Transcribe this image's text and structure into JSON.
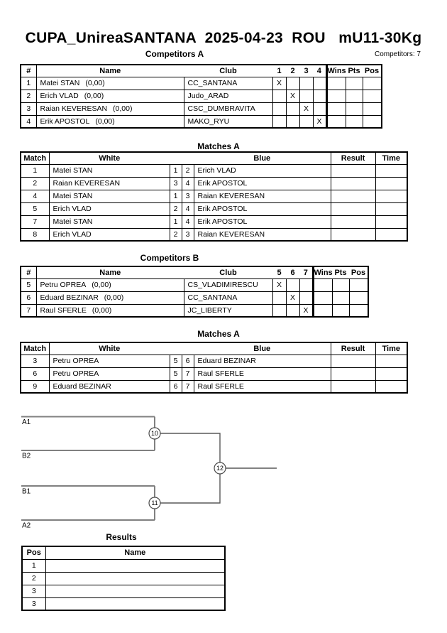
{
  "page": {
    "title": "CUPA_UnireaSANTANA  2025-04-23  ROU   mU11-30Kg",
    "competitors_count": "Competitors: 7"
  },
  "competitors_a": {
    "title": "Competitors A",
    "headers": {
      "num": "#",
      "name": "Name",
      "club": "Club",
      "cols": [
        "1",
        "2",
        "3",
        "4"
      ],
      "wins": "Wins",
      "pts": "Pts",
      "pos": "Pos"
    },
    "rows": [
      {
        "num": "1",
        "name": "Matei STAN",
        "rating": "(0,00)",
        "club": "CC_SANTANA",
        "marks": [
          "X",
          "",
          "",
          ""
        ],
        "wins": "",
        "pts": "",
        "pos": ""
      },
      {
        "num": "2",
        "name": "Erich VLAD",
        "rating": "(0,00)",
        "club": "Judo_ARAD",
        "marks": [
          "",
          "X",
          "",
          ""
        ],
        "wins": "",
        "pts": "",
        "pos": ""
      },
      {
        "num": "3",
        "name": "Raian KEVERESAN",
        "rating": "(0,00)",
        "club": "CSC_DUMBRAVITA",
        "marks": [
          "",
          "",
          "X",
          ""
        ],
        "wins": "",
        "pts": "",
        "pos": ""
      },
      {
        "num": "4",
        "name": "Erik APOSTOL",
        "rating": "(0,00)",
        "club": "MAKO_RYU",
        "marks": [
          "",
          "",
          "",
          "X"
        ],
        "wins": "",
        "pts": "",
        "pos": ""
      }
    ]
  },
  "matches_a": {
    "title": "Matches A",
    "headers": {
      "match": "Match",
      "white": "White",
      "blue": "Blue",
      "result": "Result",
      "time": "Time"
    },
    "rows": [
      {
        "match": "1",
        "white": "Matei STAN",
        "white_num": "1",
        "blue_num": "2",
        "blue": "Erich VLAD",
        "result": "",
        "time": ""
      },
      {
        "match": "2",
        "white": "Raian KEVERESAN",
        "white_num": "3",
        "blue_num": "4",
        "blue": "Erik APOSTOL",
        "result": "",
        "time": ""
      },
      {
        "match": "4",
        "white": "Matei STAN",
        "white_num": "1",
        "blue_num": "3",
        "blue": "Raian KEVERESAN",
        "result": "",
        "time": ""
      },
      {
        "match": "5",
        "white": "Erich VLAD",
        "white_num": "2",
        "blue_num": "4",
        "blue": "Erik APOSTOL",
        "result": "",
        "time": ""
      },
      {
        "match": "7",
        "white": "Matei STAN",
        "white_num": "1",
        "blue_num": "4",
        "blue": "Erik APOSTOL",
        "result": "",
        "time": ""
      },
      {
        "match": "8",
        "white": "Erich VLAD",
        "white_num": "2",
        "blue_num": "3",
        "blue": "Raian KEVERESAN",
        "result": "",
        "time": ""
      }
    ]
  },
  "competitors_b": {
    "title": "Competitors B",
    "headers": {
      "num": "#",
      "name": "Name",
      "club": "Club",
      "cols": [
        "5",
        "6",
        "7"
      ],
      "wins": "Wins",
      "pts": "Pts",
      "pos": "Pos"
    },
    "rows": [
      {
        "num": "5",
        "name": "Petru OPREA",
        "rating": "(0,00)",
        "club": "CS_VLADIMIRESCU",
        "marks": [
          "X",
          "",
          ""
        ],
        "wins": "",
        "pts": "",
        "pos": ""
      },
      {
        "num": "6",
        "name": "Eduard BEZINAR",
        "rating": "(0,00)",
        "club": "CC_SANTANA",
        "marks": [
          "",
          "X",
          ""
        ],
        "wins": "",
        "pts": "",
        "pos": ""
      },
      {
        "num": "7",
        "name": "Raul SFERLE",
        "rating": "(0,00)",
        "club": "JC_LIBERTY",
        "marks": [
          "",
          "",
          "X"
        ],
        "wins": "",
        "pts": "",
        "pos": ""
      }
    ]
  },
  "matches_b": {
    "title": "Matches A",
    "headers": {
      "match": "Match",
      "white": "White",
      "blue": "Blue",
      "result": "Result",
      "time": "Time"
    },
    "rows": [
      {
        "match": "3",
        "white": "Petru OPREA",
        "white_num": "5",
        "blue_num": "6",
        "blue": "Eduard BEZINAR",
        "result": "",
        "time": ""
      },
      {
        "match": "6",
        "white": "Petru OPREA",
        "white_num": "5",
        "blue_num": "7",
        "blue": "Raul SFERLE",
        "result": "",
        "time": ""
      },
      {
        "match": "9",
        "white": "Eduard BEZINAR",
        "white_num": "6",
        "blue_num": "7",
        "blue": "Raul SFERLE",
        "result": "",
        "time": ""
      }
    ]
  },
  "bracket": {
    "seed_top_a": "A1",
    "seed_top_b": "B2",
    "seed_bottom_a": "B1",
    "seed_bottom_b": "A2",
    "match_top": "10",
    "match_bottom": "11",
    "match_final": "12",
    "line_color": "#808080",
    "connector_color": "#595959"
  },
  "results": {
    "title": "Results",
    "headers": {
      "pos": "Pos",
      "name": "Name"
    },
    "rows": [
      {
        "pos": "1",
        "name": ""
      },
      {
        "pos": "2",
        "name": ""
      },
      {
        "pos": "3",
        "name": ""
      },
      {
        "pos": "3",
        "name": ""
      }
    ]
  }
}
